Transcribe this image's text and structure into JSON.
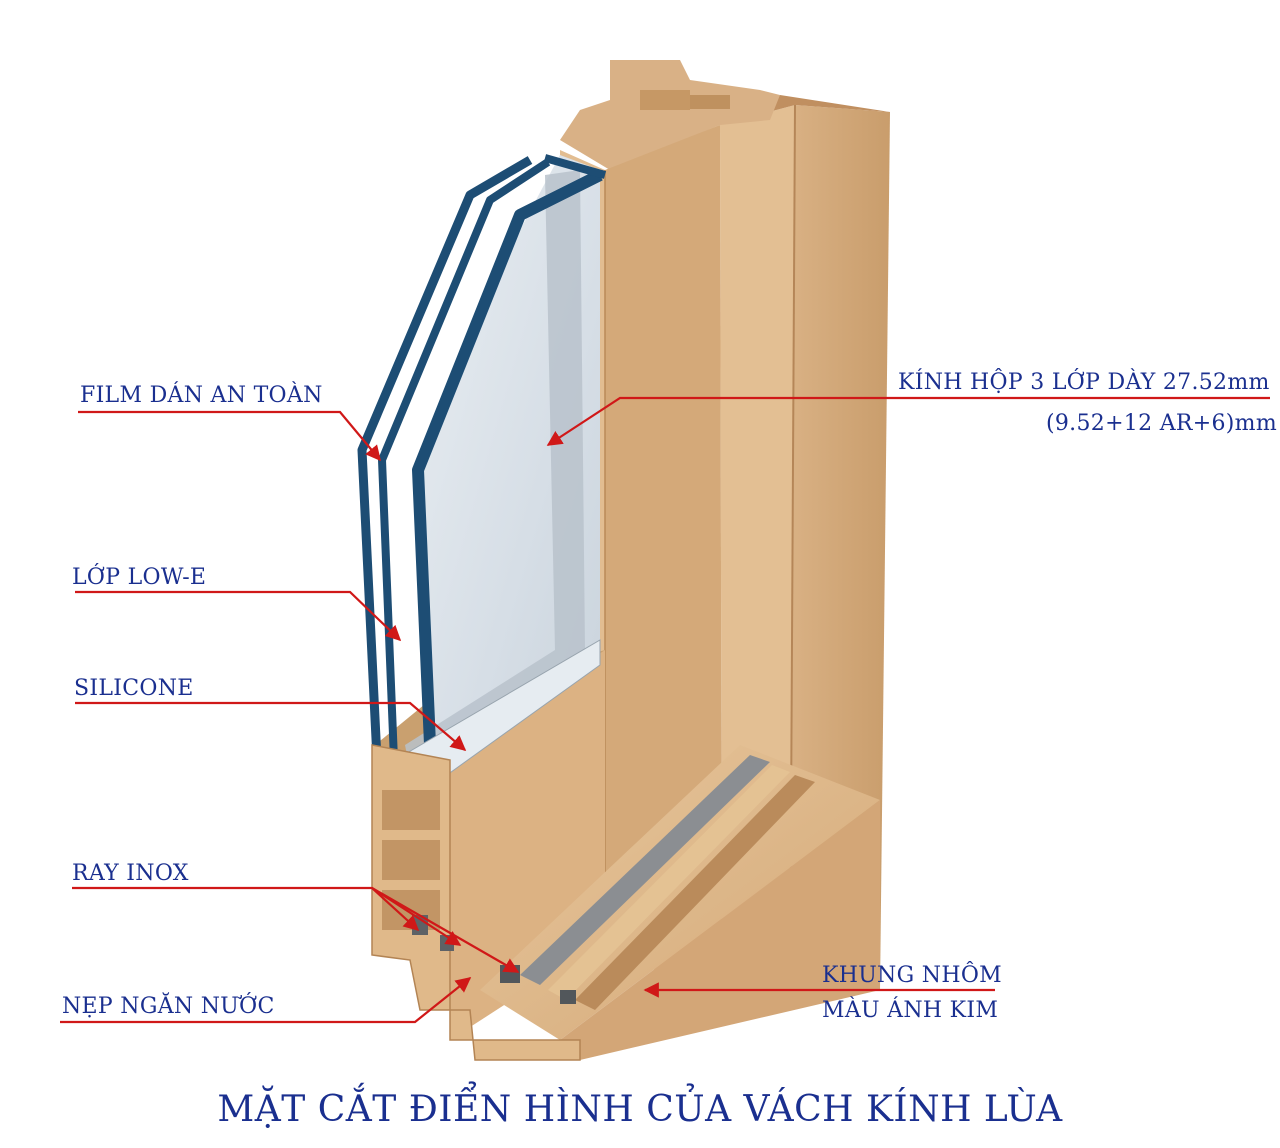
{
  "title": "MẶT CẮT ĐIỂN HÌNH CỦA VÁCH KÍNH LÙA",
  "labels": {
    "film": "FILM DÁN AN TOÀN",
    "lowe": "LỚP LOW-E",
    "silicone": "SILICONE",
    "ray": "RAY INOX",
    "nep": "NẸP NGĂN NƯỚC",
    "kinh_line1": "KÍNH HỘP 3 LỚP DÀY 27.52mm",
    "kinh_line2": "(9.52+12 AR+6)mm",
    "khung_line1": "KHUNG NHÔM",
    "khung_line2": "MÀU ÁNH KIM"
  },
  "colors": {
    "label_text": "#1a2f8f",
    "leader_line": "#d01818",
    "aluminum_light": "#e6c398",
    "aluminum_mid": "#d6ab7c",
    "aluminum_dark": "#b98b5c",
    "glass_edge": "#1d4d74",
    "glass": "#d9e2ea"
  }
}
